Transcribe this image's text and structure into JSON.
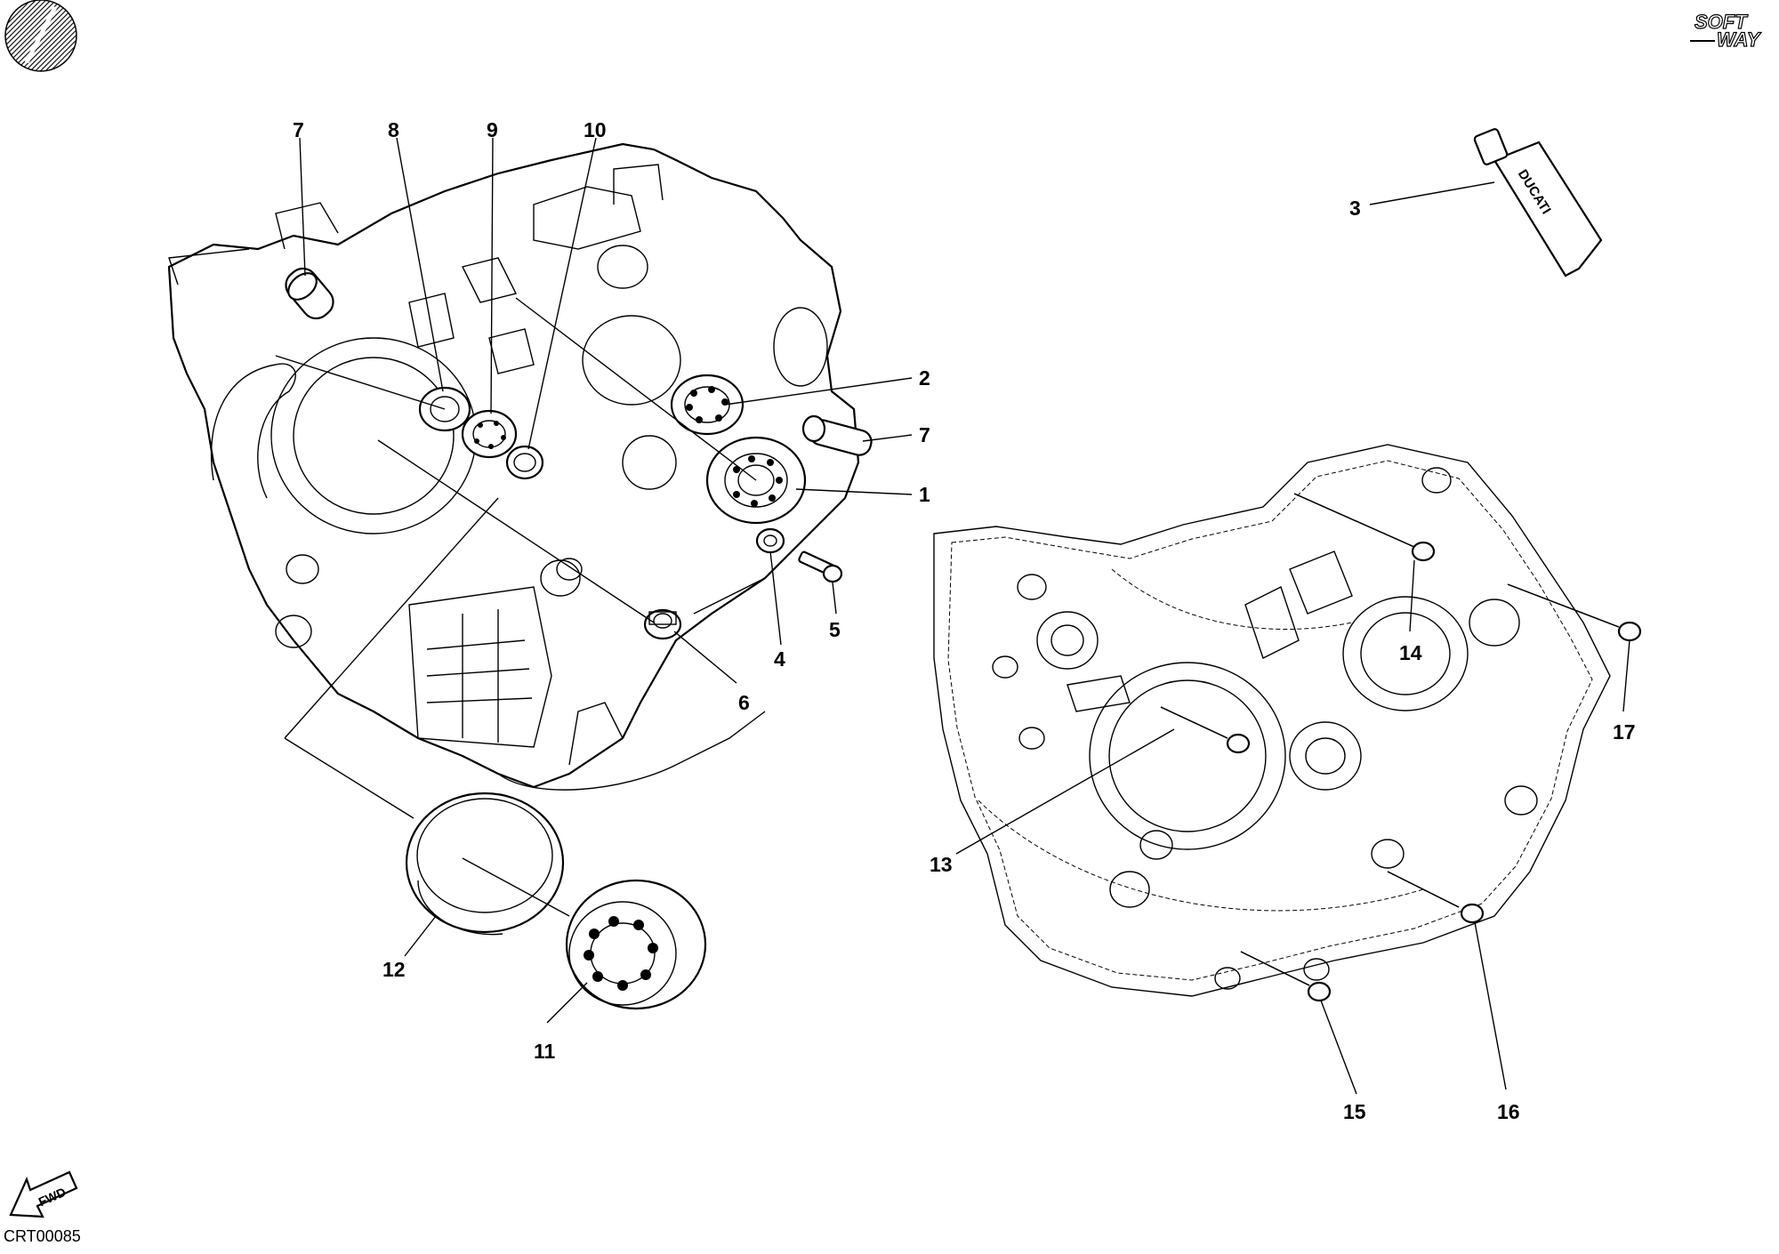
{
  "diagram_code": "CRT00085",
  "brand": {
    "line1": "SOFT",
    "line2": "WAY"
  },
  "tube_label": "DUCATI",
  "fwd_label": "FWD",
  "callouts": [
    {
      "id": "c1",
      "label": "1"
    },
    {
      "id": "c2",
      "label": "2"
    },
    {
      "id": "c3",
      "label": "3"
    },
    {
      "id": "c4",
      "label": "4"
    },
    {
      "id": "c5",
      "label": "5"
    },
    {
      "id": "c6",
      "label": "6"
    },
    {
      "id": "c7a",
      "label": "7"
    },
    {
      "id": "c7b",
      "label": "7"
    },
    {
      "id": "c8",
      "label": "8"
    },
    {
      "id": "c9",
      "label": "9"
    },
    {
      "id": "c10",
      "label": "10"
    },
    {
      "id": "c11",
      "label": "11"
    },
    {
      "id": "c12",
      "label": "12"
    },
    {
      "id": "c13",
      "label": "13"
    },
    {
      "id": "c14",
      "label": "14"
    },
    {
      "id": "c15",
      "label": "15"
    },
    {
      "id": "c16",
      "label": "16"
    },
    {
      "id": "c17",
      "label": "17"
    }
  ],
  "icons": {
    "top_left": "hatched-disc-icon",
    "top_right": "softway-logo",
    "bottom_left": "fwd-arrow-icon"
  }
}
